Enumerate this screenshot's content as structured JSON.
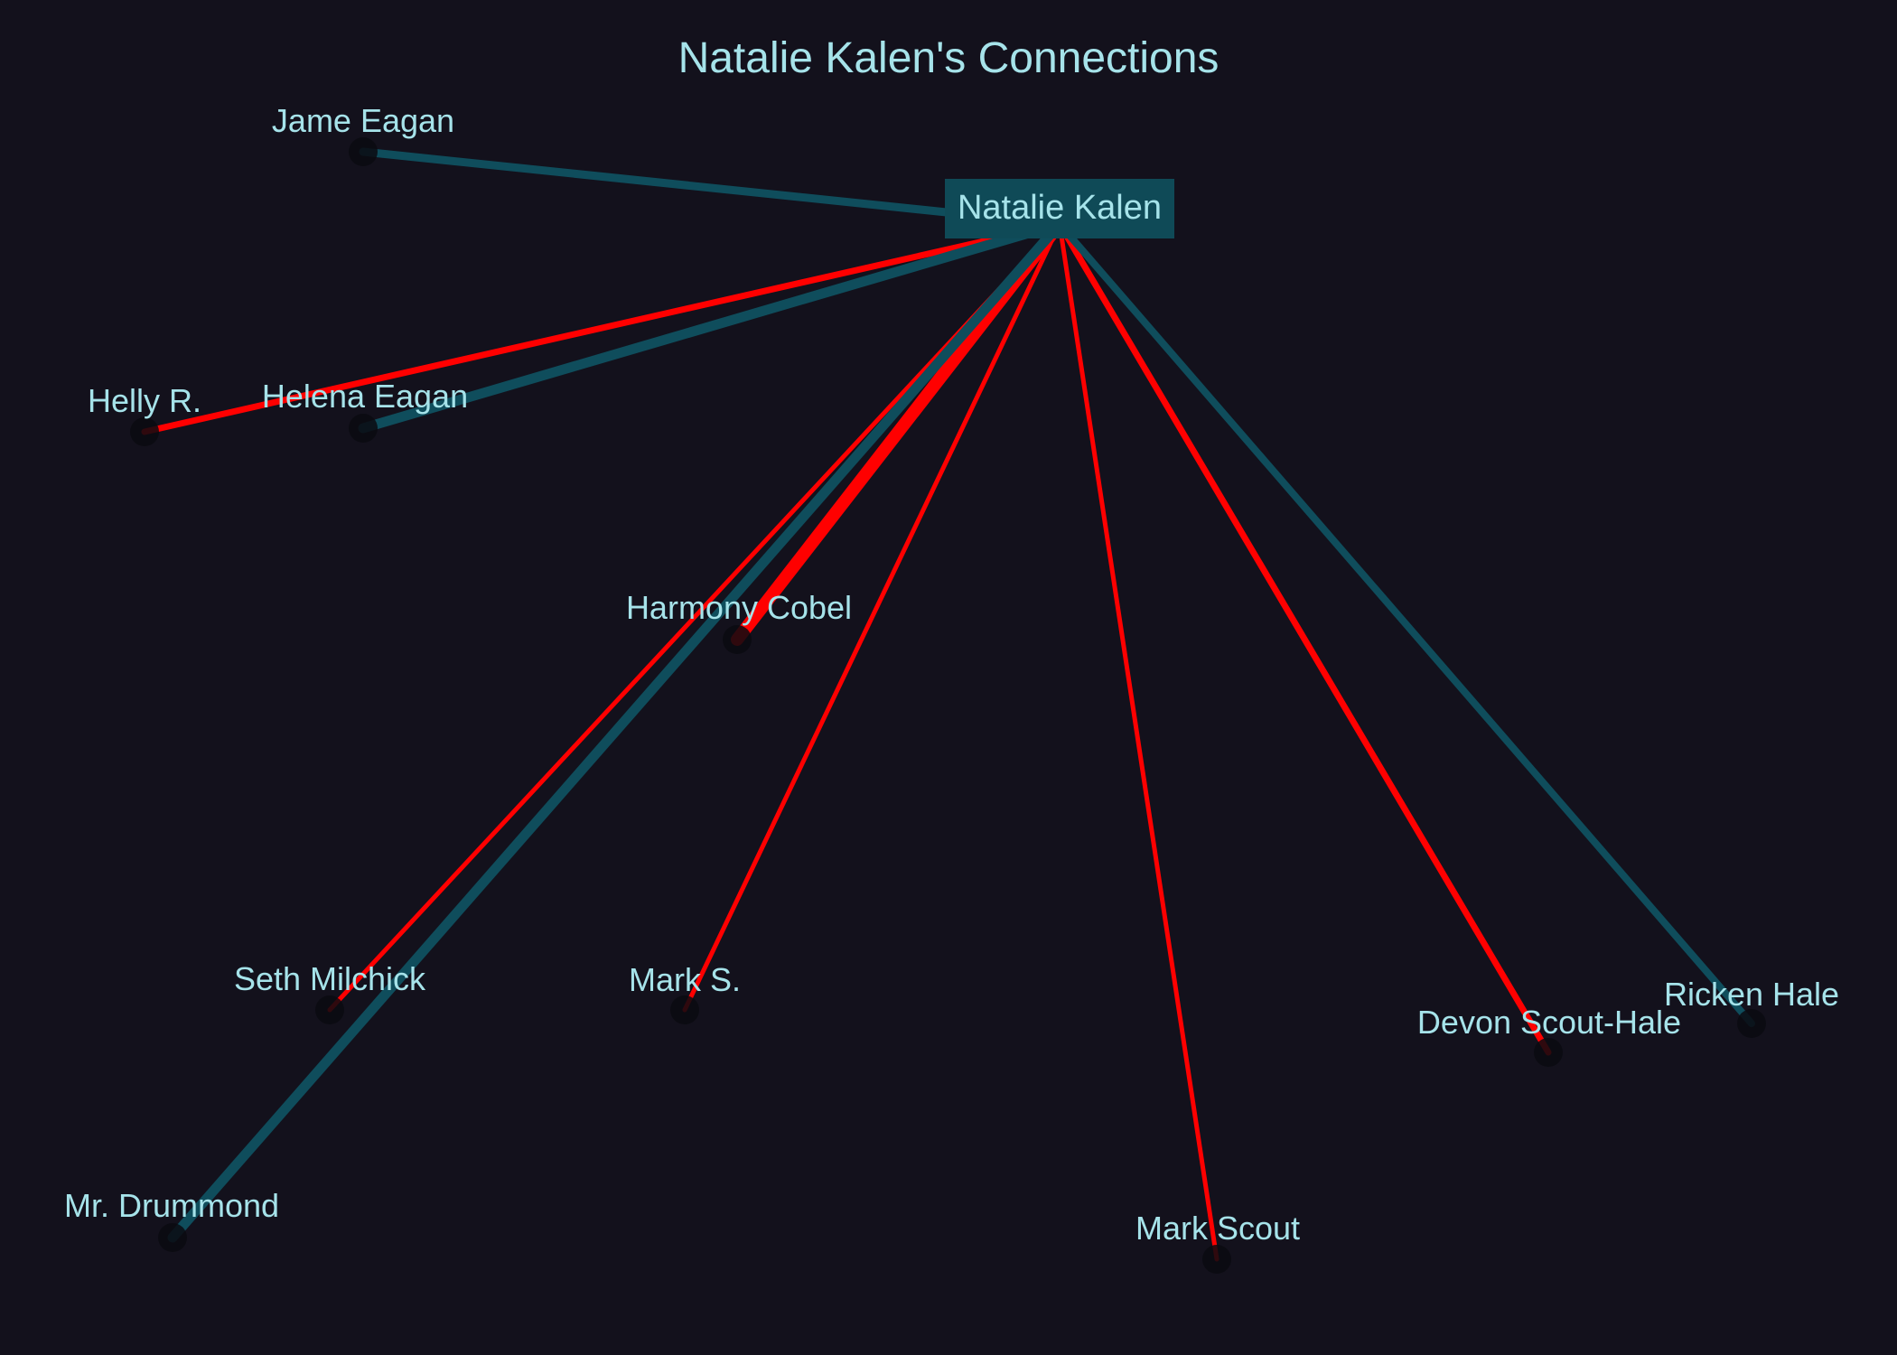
{
  "title": "Natalie Kalen's Connections",
  "colors": {
    "background": "#13111c",
    "text": "#a6e3ea",
    "teal_edge": "#0f4d5c",
    "red_edge": "#ff0000",
    "center_box": "#0f4a57",
    "node_dot": "#0a0a10"
  },
  "center_node": {
    "name": "Natalie Kalen"
  },
  "nodes": [
    {
      "name": "Jame Eagan",
      "edge_color": "teal"
    },
    {
      "name": "Helly R.",
      "edge_color": "red"
    },
    {
      "name": "Helena Eagan",
      "edge_color": "teal"
    },
    {
      "name": "Harmony Cobel",
      "edge_color": "red"
    },
    {
      "name": "Seth Milchick",
      "edge_color": "red"
    },
    {
      "name": "Mark S.",
      "edge_color": "red"
    },
    {
      "name": "Mr. Drummond",
      "edge_color": "teal"
    },
    {
      "name": "Mark Scout",
      "edge_color": "red"
    },
    {
      "name": "Devon Scout-Hale",
      "edge_color": "red"
    },
    {
      "name": "Ricken Hale",
      "edge_color": "teal"
    }
  ]
}
